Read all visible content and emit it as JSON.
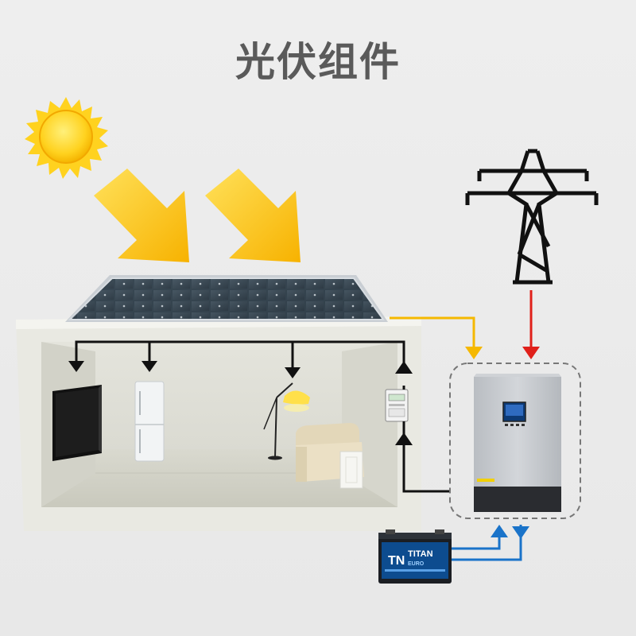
{
  "title": "光伏组件",
  "battery": {
    "brand_mark": "TN",
    "brand": "TITAN",
    "subbrand": "EURO"
  },
  "colors": {
    "pv_line": "#f5b800",
    "grid_line": "#e0201a",
    "battery_line": "#1a73c9",
    "load_line": "#111111",
    "arrow_fill": "#ffc61a",
    "sun": "#ffcf1a"
  }
}
